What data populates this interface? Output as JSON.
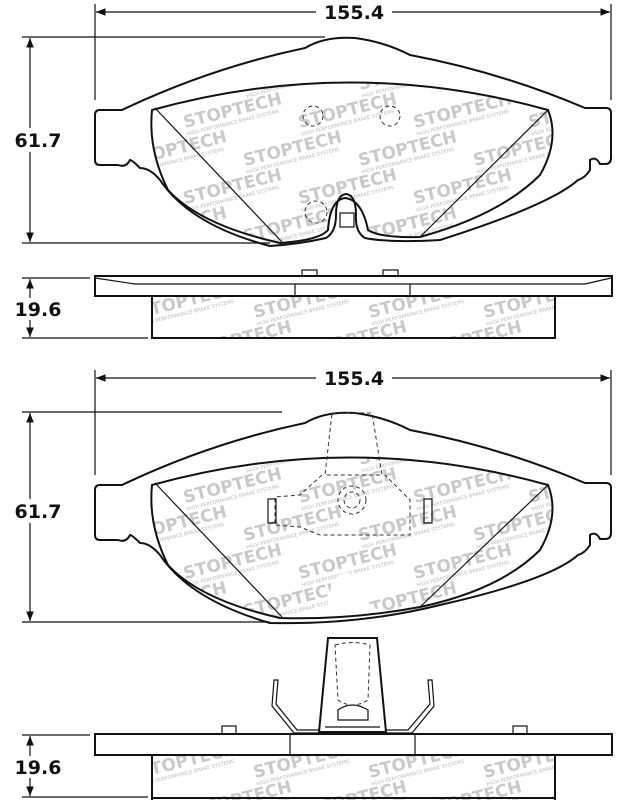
{
  "dimensions": {
    "top_width": "155.4",
    "top_height": "61.7",
    "side_thickness_1": "19.6",
    "bottom_width": "155.4",
    "bottom_height": "61.7",
    "side_thickness_2": "19.6"
  },
  "watermark": {
    "brand": "STOPTECH",
    "tagline": "HIGH PERFORMANCE BRAKE SYSTEMS"
  }
}
